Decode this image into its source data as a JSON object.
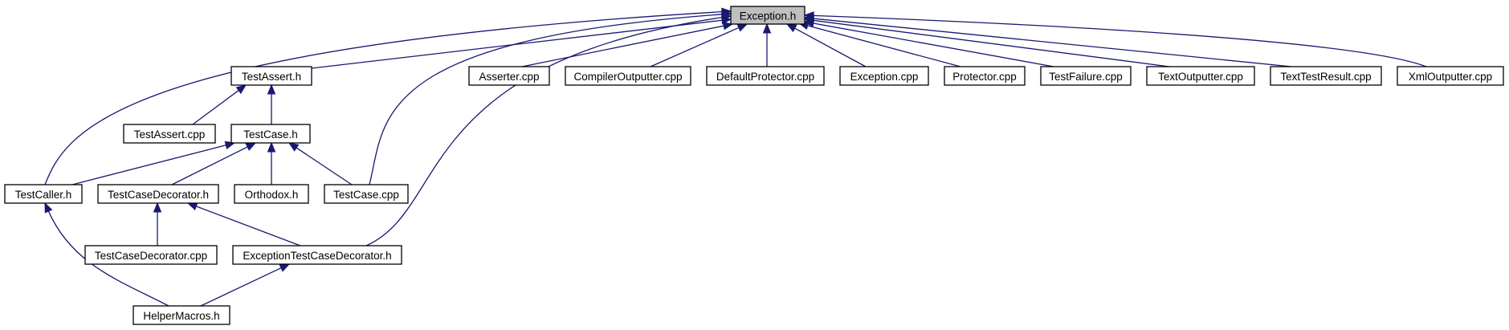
{
  "graph": {
    "root": "exception_h",
    "edge_color": "#191970",
    "root_fill": "#bfbfbf",
    "nodes": [
      {
        "id": "exception_h",
        "label": "Exception.h",
        "root": true
      },
      {
        "id": "testassert_h",
        "label": "TestAssert.h"
      },
      {
        "id": "asserter_cpp",
        "label": "Asserter.cpp"
      },
      {
        "id": "compileroutputter_cpp",
        "label": "CompilerOutputter.cpp"
      },
      {
        "id": "defaultprotector_cpp",
        "label": "DefaultProtector.cpp"
      },
      {
        "id": "exception_cpp",
        "label": "Exception.cpp"
      },
      {
        "id": "protector_cpp",
        "label": "Protector.cpp"
      },
      {
        "id": "testfailure_cpp",
        "label": "TestFailure.cpp"
      },
      {
        "id": "textoutputter_cpp",
        "label": "TextOutputter.cpp"
      },
      {
        "id": "texttestresult_cpp",
        "label": "TextTestResult.cpp"
      },
      {
        "id": "xmloutputter_cpp",
        "label": "XmlOutputter.cpp"
      },
      {
        "id": "testassert_cpp",
        "label": "TestAssert.cpp"
      },
      {
        "id": "testcase_h",
        "label": "TestCase.h"
      },
      {
        "id": "testcaller_h",
        "label": "TestCaller.h"
      },
      {
        "id": "testcasedecorator_h",
        "label": "TestCaseDecorator.h"
      },
      {
        "id": "orthodox_h",
        "label": "Orthodox.h"
      },
      {
        "id": "testcase_cpp",
        "label": "TestCase.cpp"
      },
      {
        "id": "testcasedecorator_cpp",
        "label": "TestCaseDecorator.cpp"
      },
      {
        "id": "exceptiontestcasedecorator_h",
        "label": "ExceptionTestCaseDecorator.h"
      },
      {
        "id": "helpermacros_h",
        "label": "HelperMacros.h"
      }
    ],
    "edges": [
      {
        "from": "exception_h",
        "to": "testassert_h"
      },
      {
        "from": "exception_h",
        "to": "asserter_cpp"
      },
      {
        "from": "exception_h",
        "to": "compileroutputter_cpp"
      },
      {
        "from": "exception_h",
        "to": "defaultprotector_cpp"
      },
      {
        "from": "exception_h",
        "to": "exception_cpp"
      },
      {
        "from": "exception_h",
        "to": "protector_cpp"
      },
      {
        "from": "exception_h",
        "to": "testfailure_cpp"
      },
      {
        "from": "exception_h",
        "to": "textoutputter_cpp"
      },
      {
        "from": "exception_h",
        "to": "texttestresult_cpp"
      },
      {
        "from": "exception_h",
        "to": "xmloutputter_cpp"
      },
      {
        "from": "exception_h",
        "to": "testcaller_h"
      },
      {
        "from": "exception_h",
        "to": "testcase_cpp"
      },
      {
        "from": "exception_h",
        "to": "exceptiontestcasedecorator_h"
      },
      {
        "from": "testassert_h",
        "to": "testassert_cpp"
      },
      {
        "from": "testassert_h",
        "to": "testcase_h"
      },
      {
        "from": "testcase_h",
        "to": "testcaller_h"
      },
      {
        "from": "testcase_h",
        "to": "testcasedecorator_h"
      },
      {
        "from": "testcase_h",
        "to": "orthodox_h"
      },
      {
        "from": "testcase_h",
        "to": "testcase_cpp"
      },
      {
        "from": "testcasedecorator_h",
        "to": "testcasedecorator_cpp"
      },
      {
        "from": "testcasedecorator_h",
        "to": "exceptiontestcasedecorator_h"
      },
      {
        "from": "testcaller_h",
        "to": "helpermacros_h"
      },
      {
        "from": "exceptiontestcasedecorator_h",
        "to": "helpermacros_h"
      }
    ]
  }
}
